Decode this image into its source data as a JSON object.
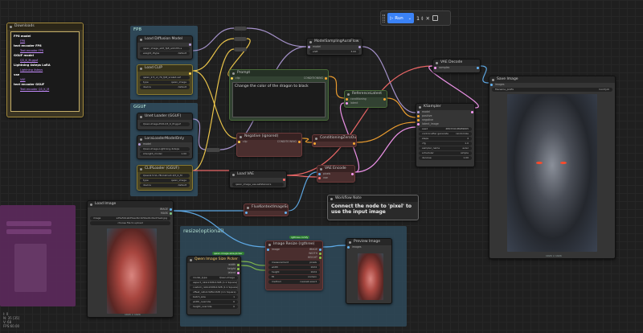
{
  "toolbar": {
    "run_label": "Run",
    "queue_count": "1",
    "cancel_icon": "close-icon",
    "stop_icon": "stop-icon"
  },
  "downloads": {
    "title": "Downloads",
    "lines": [
      {
        "kind": "h",
        "text": "FP8 model"
      },
      {
        "kind": "a",
        "text": "FP8"
      },
      {
        "kind": "h",
        "text": "text encoder FP8"
      },
      {
        "kind": "a",
        "text": "Text encoder FP8"
      },
      {
        "kind": "h",
        "text": "GGUF model"
      },
      {
        "kind": "a",
        "text": "Q3_K_M.gguf"
      },
      {
        "kind": "h",
        "text": "Lightning 4steps LoRA"
      },
      {
        "kind": "a",
        "text": "Lightning 4steps"
      },
      {
        "kind": "h",
        "text": "vae"
      },
      {
        "kind": "a",
        "text": "VAE"
      },
      {
        "kind": "h",
        "text": "text encoder GGUF"
      },
      {
        "kind": "a",
        "text": "Text encoder Q3_K_M"
      }
    ]
  },
  "groups": {
    "fp8": "FP8",
    "gguf": "GGUF",
    "resize": "resize(optional)"
  },
  "nodes": {
    "load_diffusion": {
      "title": "Load Diffusion Model",
      "w1": "qwen_image_edit_fp8_e4m3fn.s",
      "w2": "weight_dtype",
      "w2v": "default"
    },
    "load_clip": {
      "title": "Load CLIP",
      "w1": "qwen_2.5_vl_7b_fp8_scaled.saf",
      "w2": "type",
      "w2v": "qwen_image",
      "w3": "device",
      "w3v": "default"
    },
    "unet_gguf": {
      "title": "Unet Loader (GGUF)",
      "w1": "Qwen-Image-Edit-Q3_K_M.gguf"
    },
    "lora": {
      "title": "LoraLoaderModelOnly",
      "in": "model",
      "w1": "Qwen-Image-Lightning-4steps",
      "w2": "strength_model",
      "w2v": "1.00"
    },
    "clip_gguf": {
      "title": "CLIPLoader (GGUF)",
      "w1": "Qwen2.5-VL-7B-Instruct-Q3_K_M",
      "w2": "type",
      "w2v": "qwen_image",
      "w3": "device",
      "w3v": "default"
    },
    "model_sampling": {
      "title": "ModelSamplingAuraFlow",
      "in": "model",
      "out": "MODEL",
      "w1": "shift",
      "w1v": "3.00"
    },
    "prompt": {
      "title": "Prompt",
      "in": "clip",
      "out": "CONDITIONING",
      "text": "Change the color of the dragon to black"
    },
    "reference_latent": {
      "title": "ReferenceLatent",
      "in1": "conditioning",
      "in2": "latent",
      "out": "CONDITIONING"
    },
    "negative": {
      "title": "Negative (ignored)",
      "in": "clip",
      "out": "CONDITIONING"
    },
    "cond_zero": {
      "title": "ConditioningZeroOut",
      "in": "conditioning",
      "out": "CONDITIONING"
    },
    "vae_encode": {
      "title": "VAE Encode",
      "in1": "pixels",
      "in2": "vae",
      "out": "LATENT"
    },
    "load_vae": {
      "title": "Load VAE",
      "out": "VAE",
      "w1": "qwen_image_vae.safetensors"
    },
    "ksampler": {
      "title": "KSampler",
      "in": [
        "model",
        "positive",
        "negative",
        "latent_image"
      ],
      "out": "LATENT",
      "w": [
        [
          "seed",
          "489334196989665"
        ],
        [
          "control after generate",
          "randomize"
        ],
        [
          "steps",
          "4"
        ],
        [
          "cfg",
          "1.0"
        ],
        [
          "sampler_name",
          "euler"
        ],
        [
          "scheduler",
          "simple"
        ],
        [
          "denoise",
          "1.00"
        ]
      ]
    },
    "vae_decode": {
      "title": "VAE Decode",
      "in1": "samples",
      "in2": "vae",
      "out": "IMAGE"
    },
    "save_image": {
      "title": "Save Image",
      "in": "images",
      "w1": "filename_prefix",
      "w1v": "ComfyUI",
      "caption": "1024 × 1024"
    },
    "workflow_note": {
      "title": "Workflow Note",
      "text": "Connect the node to 'pixel' to use the input image"
    },
    "load_image": {
      "title": "Load Image",
      "out1": "IMAGE",
      "out2": "MASK",
      "w1": "image",
      "w1v": "s25e5b1a0d5aedbc1b5be01c6ed7ae4.jpg",
      "w2": "choose file to upload",
      "caption": "1024 × 1024"
    },
    "flux_scale": {
      "title": "FluxKontextImageScale",
      "in": "image",
      "out": "IMAGE"
    },
    "image_resize": {
      "title": "Image Resize (rgthree)",
      "in": "image",
      "out1": "IMAGE",
      "out2": "WIDTH",
      "out3": "HEIGHT",
      "badge": "rgthree-comfy",
      "w": [
        [
          "measurement",
          "pixels"
        ],
        [
          "width",
          "1024"
        ],
        [
          "height",
          "1024"
        ],
        [
          "fit",
          "contain"
        ],
        [
          "method",
          "nearest-exact"
        ]
      ]
    },
    "qwen_picker": {
      "title": "Qwen Image Size Picker",
      "badge": "qwen-image-size-picker",
      "out1": "width",
      "out2": "height",
      "out3": "latent",
      "w": [
        [
          "model_type",
          "Qwen-Image"
        ],
        [
          "aspect_ratio",
          "1328x1328 (1:1 Square)"
        ],
        [
          "custom_ratio",
          "1328x1328 (1:1 Square)"
        ],
        [
          "offset_ratio",
          "1328x1328 (1:1 Square)"
        ],
        [
          "batch_size",
          "1"
        ],
        [
          "width_override",
          "0"
        ],
        [
          "height_override",
          "0"
        ]
      ]
    },
    "preview": {
      "title": "Preview Image",
      "in": "images"
    }
  },
  "status": {
    "l1": "I: 0",
    "l2": "N: 35 [35]",
    "l3": "V: 68",
    "l4": "FPS:60.00"
  },
  "colors": {
    "accent": "#3b82f6",
    "group_blue": "#335566",
    "group_purple": "#6a2a6a",
    "note_border": "#a38a3d"
  }
}
